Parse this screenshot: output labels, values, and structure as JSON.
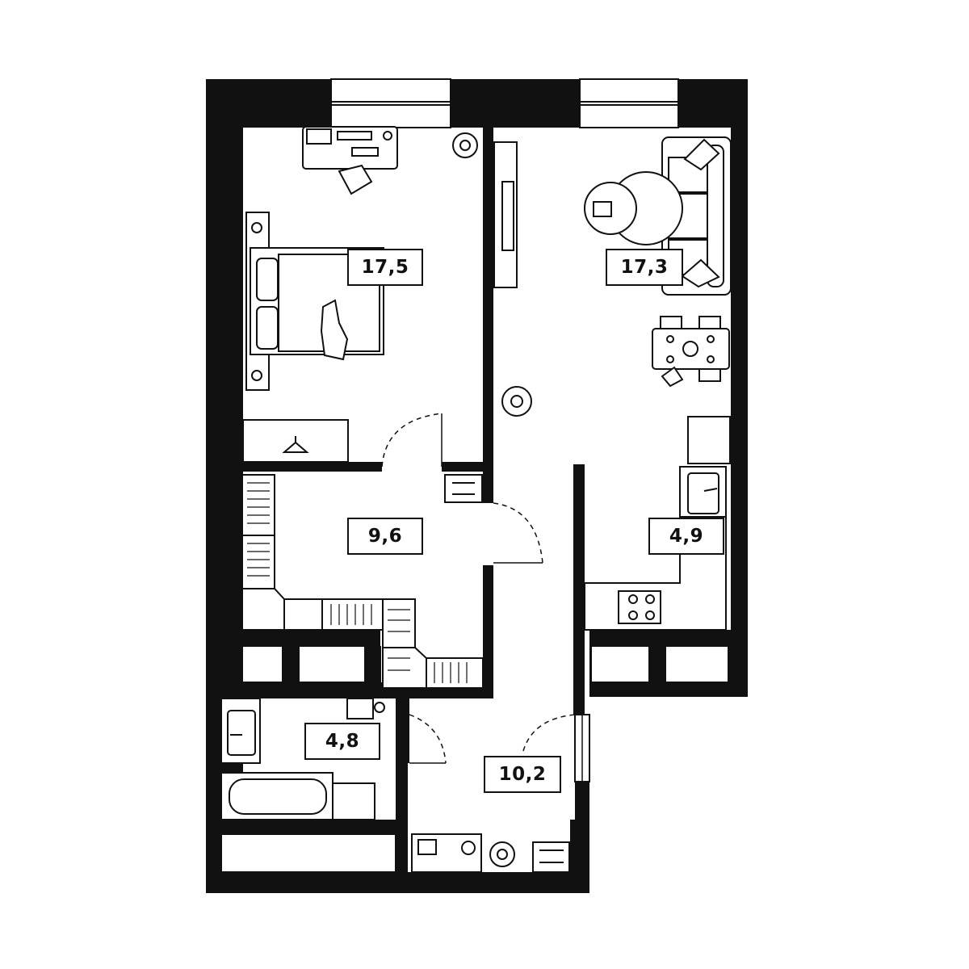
{
  "plan": {
    "wall_color": "#111111",
    "floor_color": "#ffffff",
    "rooms": [
      {
        "id": "bedroom",
        "area": "17,5"
      },
      {
        "id": "living-kitchen",
        "area": "17,3"
      },
      {
        "id": "wardrobe-hall",
        "area": "9,6"
      },
      {
        "id": "kitchen",
        "area": "4,9"
      },
      {
        "id": "bathroom",
        "area": "4,8"
      },
      {
        "id": "entrance-hall",
        "area": "10,2"
      }
    ],
    "icons": [
      "bed-icon",
      "desk-icon",
      "chair-icon",
      "sofa-icon",
      "coffee-table-icon",
      "dining-table-icon",
      "tv-icon",
      "plant-icon",
      "wardrobe-icon",
      "hanger-icon",
      "sink-icon",
      "stove-icon",
      "fridge-icon",
      "bathtub-icon",
      "washing-machine-icon",
      "toilet-icon",
      "shoe-rack-icon",
      "bench-icon",
      "ventilation-shaft-icon",
      "door-swing-icon",
      "window-icon"
    ]
  }
}
